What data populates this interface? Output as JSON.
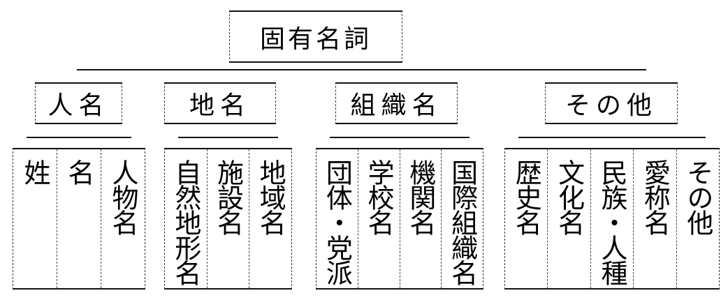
{
  "root": {
    "label": "固有名詞"
  },
  "categories": [
    {
      "label": "人名",
      "items": [
        "姓",
        "名",
        "人物名"
      ]
    },
    {
      "label": "地名",
      "items": [
        "自然地形名",
        "施設名",
        "地域名"
      ]
    },
    {
      "label": "組織名",
      "items": [
        "団体・党派",
        "学校名",
        "機関名",
        "国際組織名"
      ]
    },
    {
      "label": "その他",
      "items": [
        "歴史名",
        "文化名",
        "民族・人種",
        "愛称名",
        "その他"
      ]
    }
  ]
}
